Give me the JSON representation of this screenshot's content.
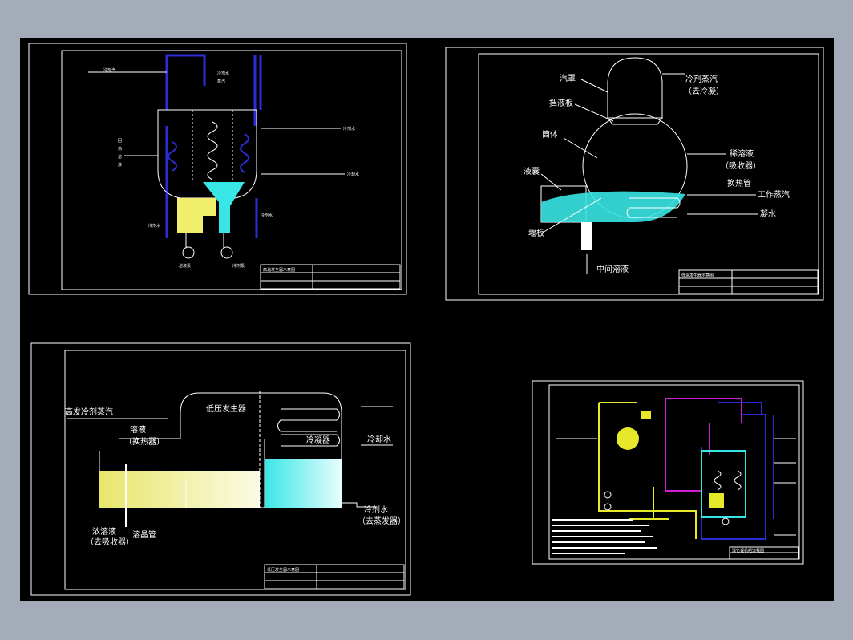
{
  "colors": {
    "background": "#a3acb8",
    "canvas": "#000000",
    "frame": "#ffffff",
    "pipe_blue": "#2b2bd8",
    "liquid_yellow": "#f0ee6a",
    "liquid_cyan": "#38e6e6",
    "pipe_magenta": "#d21ed2",
    "pipe_yellow": "#e8e82a"
  },
  "sheet1": {
    "title_block_name": "高温发生器示意图",
    "labels": {
      "top_left": "冷剂汽",
      "top_mid_1": "冷剂水",
      "top_mid_2": "蒸汽",
      "right_1": "冷剂水",
      "right_2": "冷却水",
      "left_1": "回",
      "left_2": "热",
      "left_3": "溶",
      "left_4": "液",
      "bottom_left": "冷剂水",
      "bottom_right": "冷剂水",
      "pump_left": "溶液泵",
      "pump_right": "冷剂泵"
    }
  },
  "sheet2": {
    "title_block_name": "低温发生器示意图",
    "labels": {
      "dome": "汽罩",
      "baffle": "挡液板",
      "shell": "筒体",
      "sump": "液囊",
      "weir": "堰板",
      "refrigerant_vapor": "冷剂蒸汽",
      "to_condenser": "（去冷凝）",
      "dilute": "稀溶液",
      "from_absorber": "（吸收器）",
      "tube": "换热管",
      "working_steam": "工作蒸汽",
      "condensate": "凝水",
      "intermediate": "中间溶液"
    }
  },
  "sheet3": {
    "title_block_name": "低压发生器示意图",
    "labels": {
      "hp_vapor": "高发冷剂蒸汽",
      "solution": "溶液",
      "hx": "（换热器）",
      "lp_gen": "低压发生器",
      "condenser": "冷凝器",
      "cooling_in": "冷却水",
      "cooling_out": "冷剂水",
      "to_evap": "（去蒸发器）",
      "conc": "浓溶液",
      "to_absorber": "（去吸收器）",
      "crystal_pipe": "溶晶管"
    }
  },
  "sheet4": {
    "title_block_name": "溴化锂机组流程图"
  }
}
